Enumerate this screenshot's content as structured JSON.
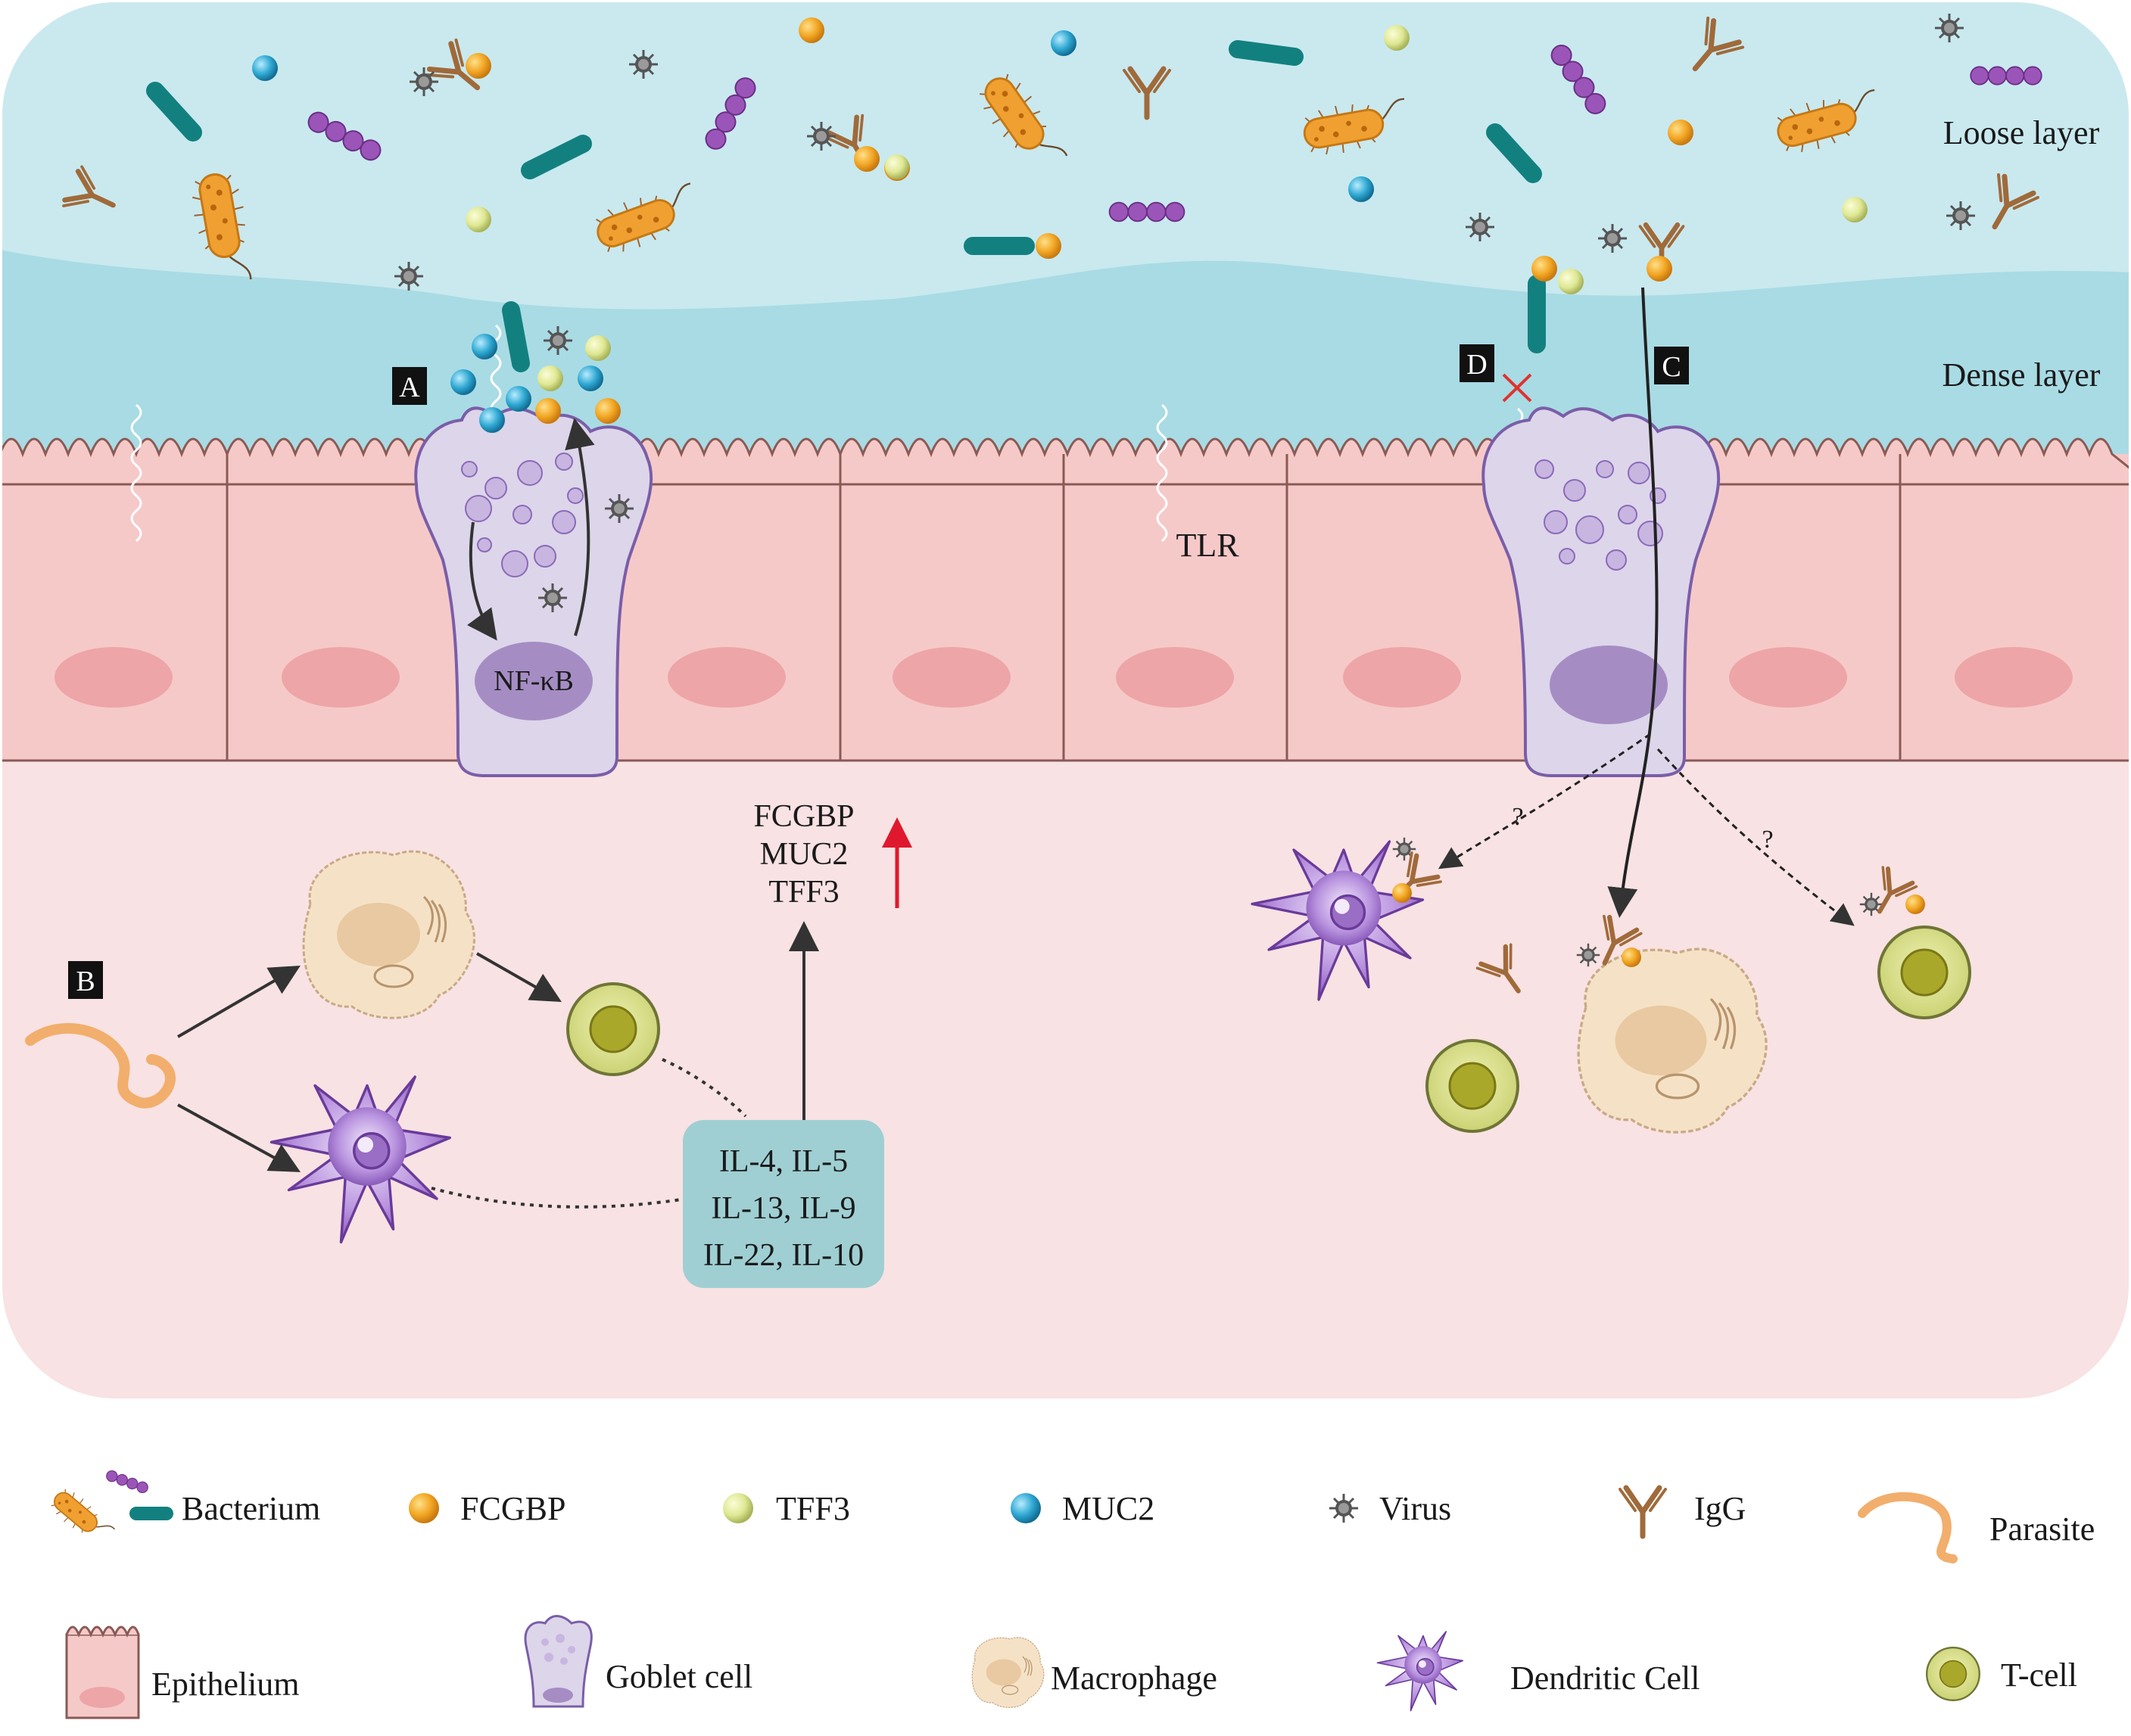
{
  "layers": {
    "loose": "Loose layer",
    "dense": "Dense layer"
  },
  "labels": {
    "tlr": "TLR",
    "nfkb": "NF-κB",
    "panel_a": "A",
    "panel_b": "B",
    "panel_c": "C",
    "panel_d": "D",
    "question": "?"
  },
  "upregulated": [
    "FCGBP",
    "MUC2",
    "TFF3"
  ],
  "cytokines": [
    "IL-4, IL-5",
    "IL-13, IL-9",
    "IL-22, IL-10"
  ],
  "legend": {
    "row1": [
      "Bacterium",
      "FCGBP",
      "TFF3",
      "MUC2",
      "Virus",
      "IgG",
      "Parasite"
    ],
    "row2": [
      "Epithelium",
      "Goblet cell",
      "Macrophage",
      "Dendritic Cell",
      "T-cell"
    ]
  },
  "colors": {
    "mucus_loose": "#c9e9ef",
    "mucus_dense": "#a9dbe4",
    "epithelium": "#f6c9c9",
    "epithelium_border": "#8a5a55",
    "nucleus": "#eda5a8",
    "goblet": "#ddd5ea",
    "goblet_border": "#7a5ea8",
    "lamina": "#f8e2e3",
    "fcgbp": "#f2a623",
    "tff3": "#dfe894",
    "muc2": "#2ea8d2",
    "bacterium_chain": "#9b55b8",
    "bacterium_rod": "#138080",
    "bacterium_orange": "#f0a030",
    "igg": "#a06a3a",
    "virus": "#6a6a6a",
    "tcell": "#dbe192",
    "macrophage": "#f5e2c6",
    "dendritic": "#9b6cc4",
    "parasite": "#f2ae6c",
    "cytokine_box": "#9fcfd3",
    "up_arrow": "#e0182e",
    "block_x": "#e0322e"
  }
}
